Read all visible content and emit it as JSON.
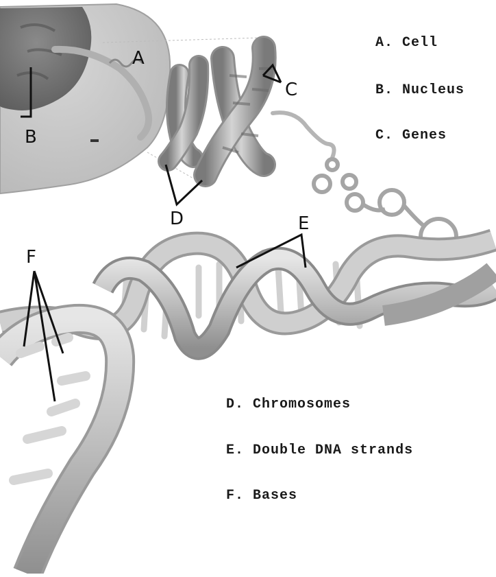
{
  "legend": [
    {
      "letter": "A.",
      "text": "Cell"
    },
    {
      "letter": "B.",
      "text": "Nucleus"
    },
    {
      "letter": "C.",
      "text": "Genes"
    },
    {
      "letter": "D.",
      "text": "Chromosomes"
    },
    {
      "letter": "E.",
      "text": "Double DNA strands"
    },
    {
      "letter": "F.",
      "text": "Bases"
    }
  ],
  "callouts": {
    "a": "A",
    "b": "B",
    "c": "C",
    "d": "D",
    "e": "E",
    "f": "F"
  },
  "colors": {
    "cell": "#c9c9c9",
    "nucleus": "#7d7d7d",
    "chromosome": "#a9a9a9",
    "dna": "#c4c4c4",
    "pointer": "#111111"
  }
}
